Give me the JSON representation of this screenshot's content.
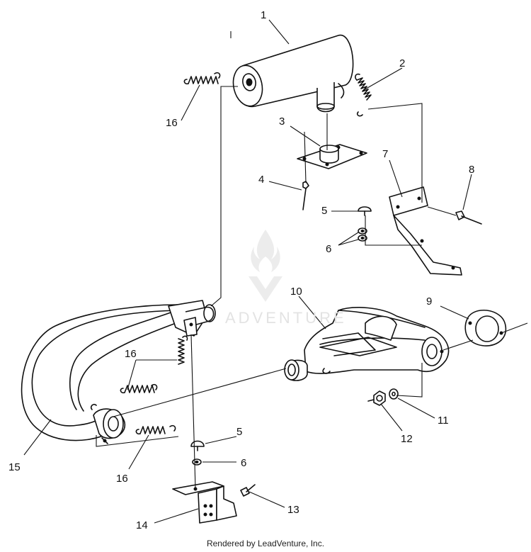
{
  "labels": {
    "l1": "1",
    "l2": "2",
    "l3": "3",
    "l4": "4",
    "l5a": "5",
    "l6a": "6",
    "l7": "7",
    "l8": "8",
    "l9": "9",
    "l10": "10",
    "l11": "11",
    "l12": "12",
    "l13": "13",
    "l14": "14",
    "l15": "15",
    "l16a": "16",
    "l16b": "16",
    "l16c": "16",
    "l5b": "5",
    "l6b": "6"
  },
  "watermark": {
    "text": "ADVENTURE"
  },
  "footer": {
    "text": "Rendered by LeadVenture, Inc."
  },
  "colors": {
    "line": "#111111",
    "background": "#ffffff",
    "watermark": "#e3e3e3"
  }
}
